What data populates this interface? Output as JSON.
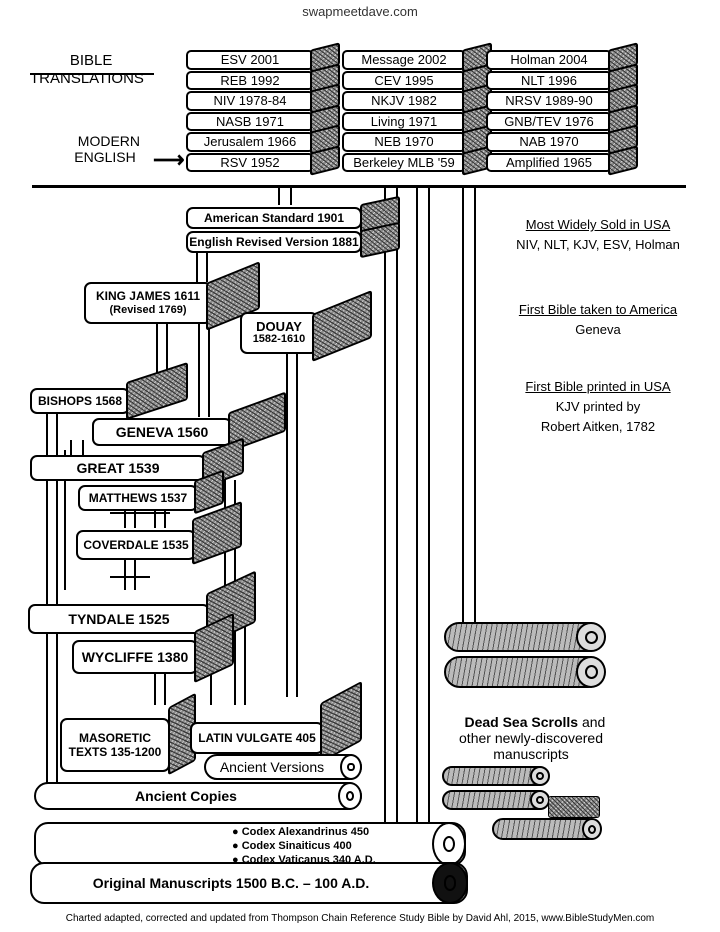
{
  "browser": {
    "url": "swapmeetdave.com"
  },
  "header": {
    "bible_translations": "BIBLE\nTRANSLATIONS",
    "modern_english": "MODERN\nENGLISH"
  },
  "modern": {
    "col1": [
      "ESV 2001",
      "REB 1992",
      "NIV 1978-84",
      "NASB 1971",
      "Jerusalem 1966",
      "RSV 1952"
    ],
    "col2": [
      "Message 2002",
      "CEV 1995",
      "NKJV 1982",
      "Living 1971",
      "NEB 1970",
      "Berkeley MLB '59"
    ],
    "col3": [
      "Holman 2004",
      "NLT 1996",
      "NRSV 1989-90",
      "GNB/TEV 1976",
      "NAB 1970",
      "Amplified 1965"
    ]
  },
  "books": {
    "american_standard": "American Standard 1901",
    "english_revised": "English Revised Version 1881",
    "king_james": "KING JAMES 1611",
    "king_james_sub": "(Revised 1769)",
    "douay": "DOUAY",
    "douay_sub": "1582-1610",
    "bishops": "BISHOPS 1568",
    "geneva": "GENEVA 1560",
    "great": "GREAT  1539",
    "matthews": "MATTHEWS 1537",
    "coverdale": "COVERDALE 1535",
    "tyndale": "TYNDALE  1525",
    "wycliffe": "WYCLIFFE 1380",
    "masoretic": "MASORETIC\nTEXTS 135-1200",
    "latin_vulgate": "LATIN VULGATE 405",
    "ancient_versions": "Ancient Versions",
    "ancient_copies": "Ancient Copies",
    "codex1": "● Codex Alexandrinus 450",
    "codex2": "● Codex Sinaiticus  400",
    "codex3": "● Codex Vaticanus  340 A.D.",
    "original": "Original Manuscripts  1500 B.C.  –  100 A.D."
  },
  "notes": {
    "most_sold_title": "Most Widely Sold in USA",
    "most_sold_body": "NIV, NLT, KJV, ESV, Holman",
    "first_america_title": "First Bible taken to America",
    "first_america_body": "Geneva",
    "first_printed_title": "First Bible printed in USA",
    "first_printed_body1": "KJV printed by",
    "first_printed_body2": "Robert Aitken, 1782"
  },
  "dead_sea": {
    "bold": "Dead Sea Scrolls",
    "rest": " and\nother newly-discovered\nmanuscripts"
  },
  "footer": "Charted adapted, corrected and updated from Thompson Chain Reference Study Bible by David Ahl, 2015, www.BibleStudyMen.com"
}
